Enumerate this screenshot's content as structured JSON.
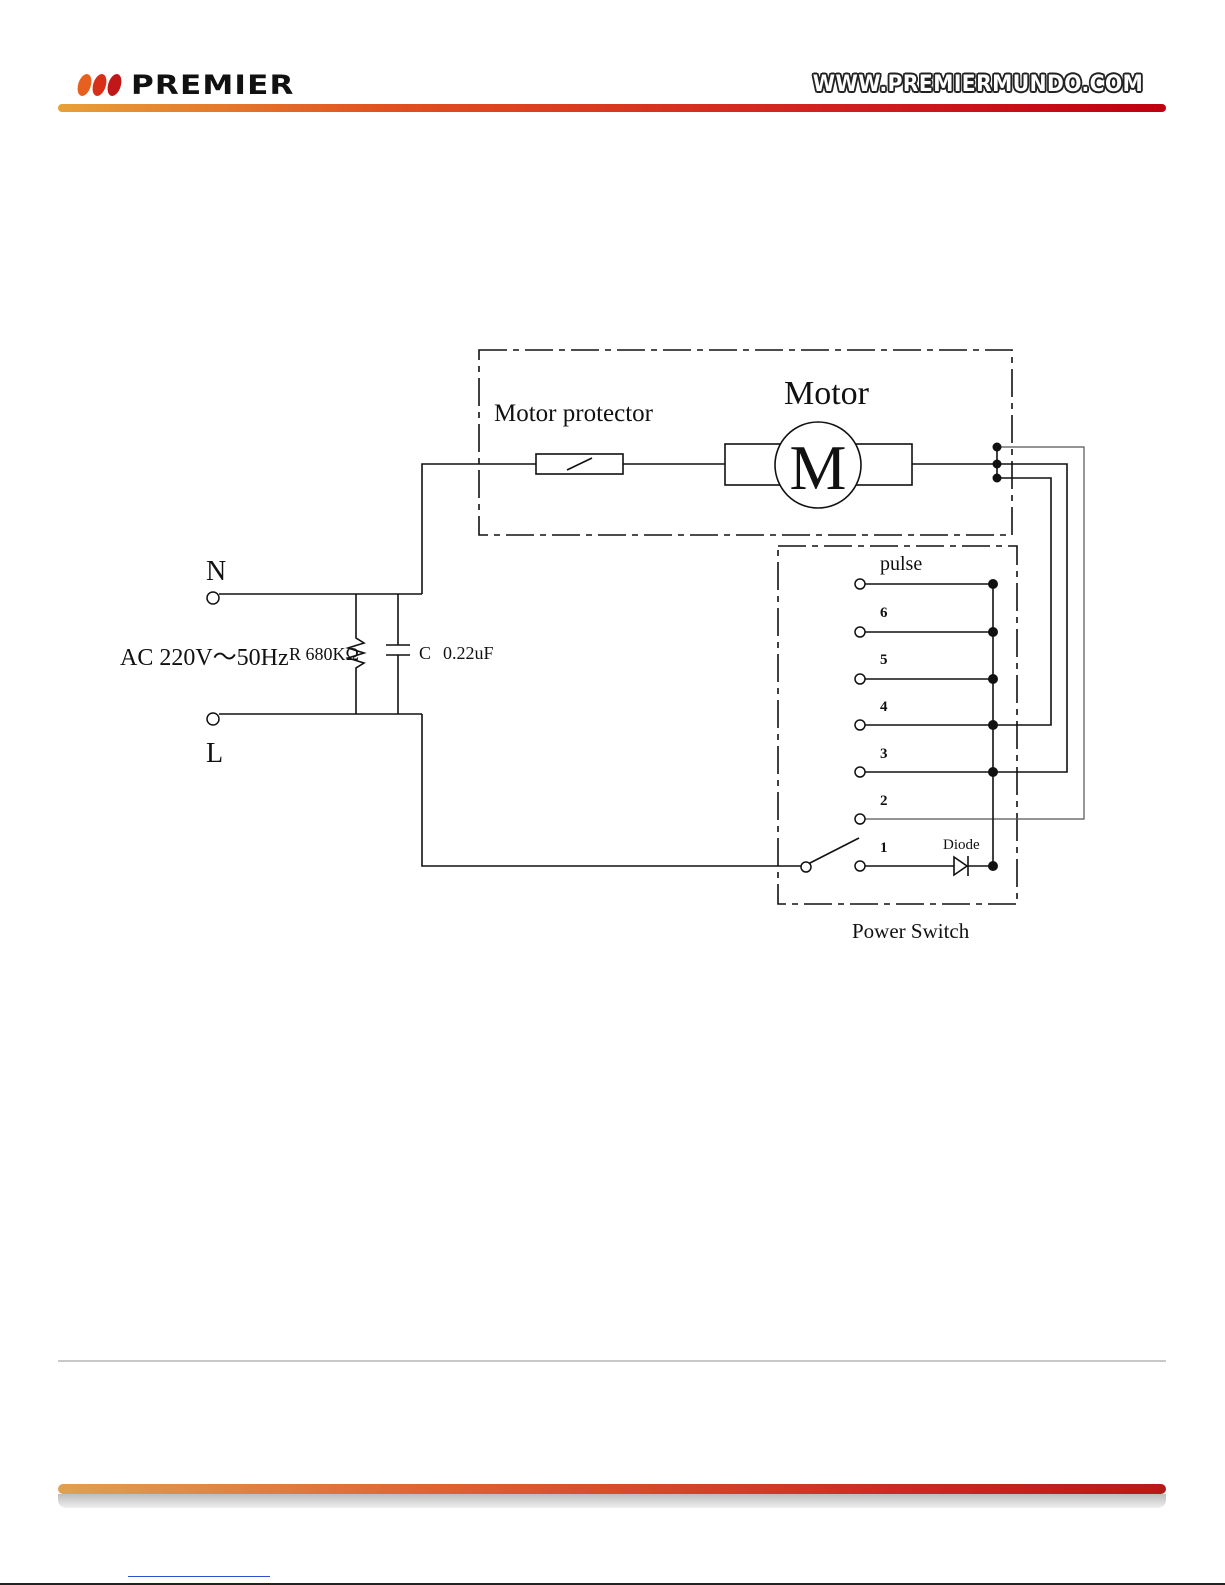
{
  "header": {
    "brand": "PREMIER",
    "website": "WWW.PREMIERMUNDO.COM",
    "brand_dot_colors": [
      "#e86020",
      "#d83018",
      "#c01818"
    ]
  },
  "diagram": {
    "motor_protector_label": "Motor protector",
    "motor_label": "Motor",
    "motor_symbol": "M",
    "neutral_label": "N",
    "line_label": "L",
    "supply_label": "AC 220V～50Hz",
    "resistor_label": "R 680KΩ",
    "capacitor_label": "C",
    "capacitor_value": "0.22uF",
    "switch_positions": [
      "pulse",
      "6",
      "5",
      "4",
      "3",
      "2",
      "1"
    ],
    "diode_label": "Diode",
    "power_switch_label": "Power Switch"
  },
  "colors": {
    "wire": "#111111",
    "secondary_wire": "#666666",
    "accent": "#d02020"
  }
}
